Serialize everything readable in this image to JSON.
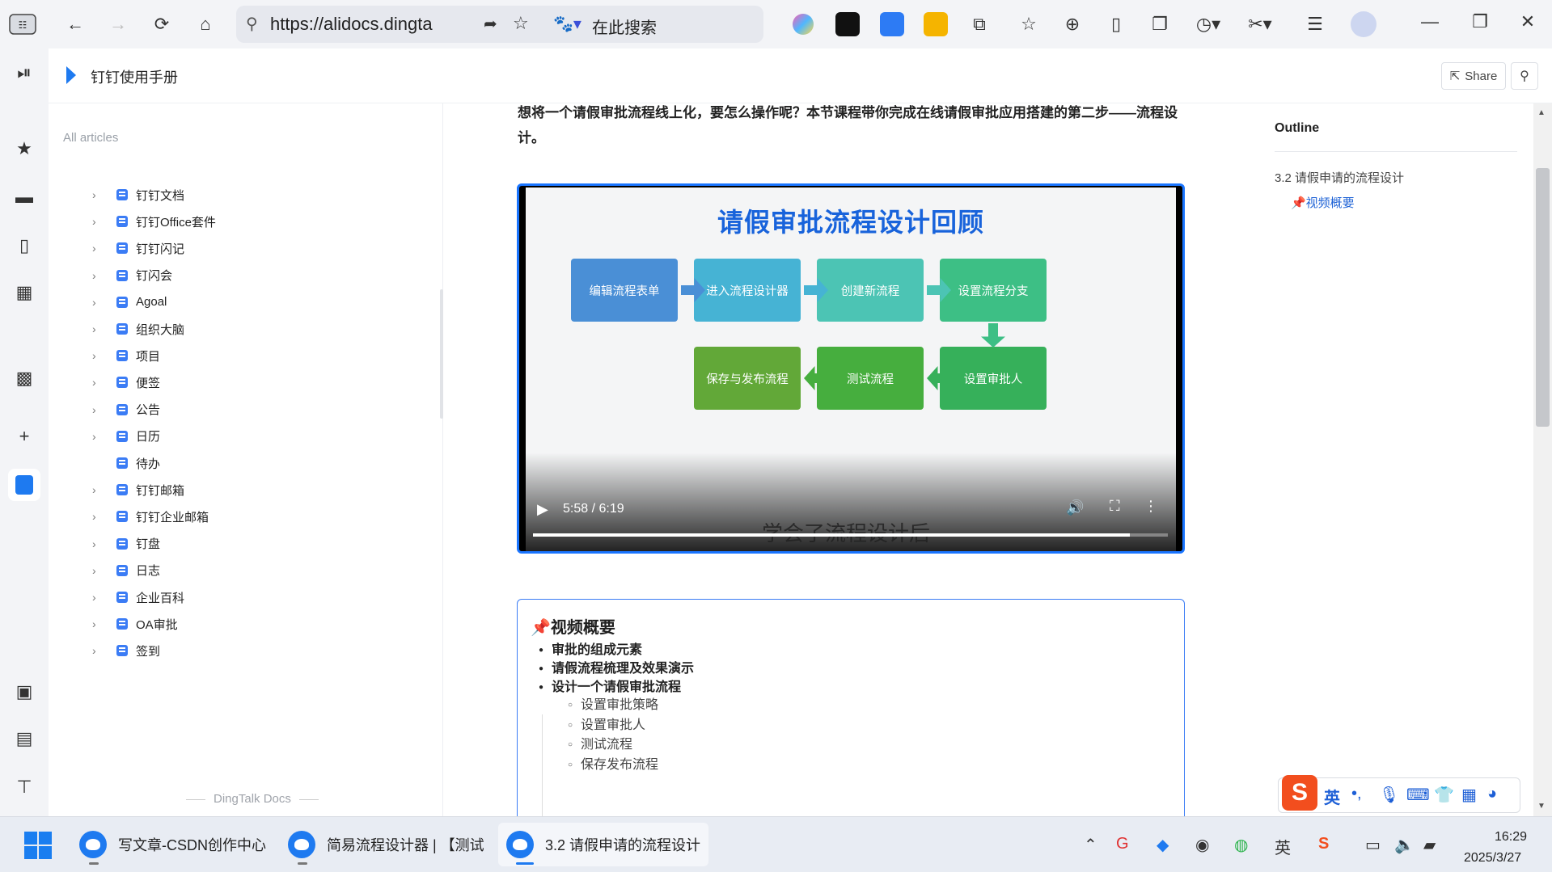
{
  "browser": {
    "url": "https://alidocs.dingta",
    "search_placeholder": "在此搜索"
  },
  "doc_header": {
    "title": "钉钉使用手册",
    "share_label": "Share"
  },
  "sidebar": {
    "heading": "All articles",
    "items": [
      {
        "label": "钉钉文档",
        "expandable": true
      },
      {
        "label": "钉钉Office套件",
        "expandable": true
      },
      {
        "label": "钉钉闪记",
        "expandable": true
      },
      {
        "label": "钉闪会",
        "expandable": true
      },
      {
        "label": "Agoal",
        "expandable": true
      },
      {
        "label": "组织大脑",
        "expandable": true
      },
      {
        "label": "项目",
        "expandable": true
      },
      {
        "label": "便签",
        "expandable": true
      },
      {
        "label": "公告",
        "expandable": true
      },
      {
        "label": "日历",
        "expandable": true
      },
      {
        "label": "待办",
        "expandable": false
      },
      {
        "label": "钉钉邮箱",
        "expandable": true
      },
      {
        "label": "钉钉企业邮箱",
        "expandable": true
      },
      {
        "label": "钉盘",
        "expandable": true
      },
      {
        "label": "日志",
        "expandable": true
      },
      {
        "label": "企业百科",
        "expandable": true
      },
      {
        "label": "OA审批",
        "expandable": true
      },
      {
        "label": "签到",
        "expandable": true
      }
    ],
    "footer": "DingTalk Docs"
  },
  "main": {
    "intro": "想将一个请假审批流程线上化，要怎么操作呢？本节课程带你完成在线请假审批应用搭建的第二步——流程设计。",
    "video": {
      "slide_title": "请假审批流程设计回顾",
      "steps": [
        {
          "label": "编辑流程表单",
          "color": "#4a8fd6"
        },
        {
          "label": "进入流程设计器",
          "color": "#46b3d4"
        },
        {
          "label": "创建新流程",
          "color": "#4cc4b4"
        },
        {
          "label": "设置流程分支",
          "color": "#3dbf85"
        },
        {
          "label": "设置审批人",
          "color": "#36b05a"
        },
        {
          "label": "测试流程",
          "color": "#46ae3e"
        },
        {
          "label": "保存与发布流程",
          "color": "#62a838"
        }
      ],
      "time": "5:58 / 6:19",
      "progress": 0.94,
      "subtitle": "学会了流程设计后"
    },
    "summary": {
      "title": "📌视频概要",
      "bullets": [
        "审批的组成元素",
        "请假流程梳理及效果演示",
        "设计一个请假审批流程"
      ],
      "sub_bullets": [
        "设置审批策略",
        "设置审批人",
        "测试流程",
        "保存发布流程"
      ]
    }
  },
  "outline": {
    "title": "Outline",
    "items": [
      "3.2 请假申请的流程设计",
      "📌视频概要"
    ]
  },
  "ime": {
    "lang": "英"
  },
  "taskbar": {
    "tasks": [
      "写文章-CSDN创作中心",
      "简易流程设计器 | 【测试",
      "3.2 请假申请的流程设计"
    ],
    "tray_ime": "英",
    "time": "16:29",
    "date": "2025/3/27"
  }
}
